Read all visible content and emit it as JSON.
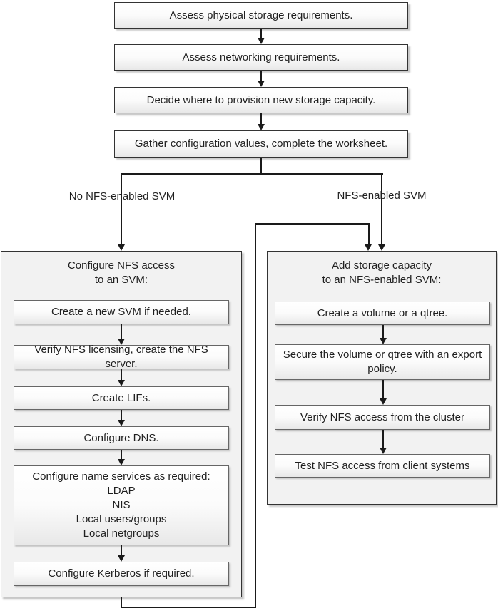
{
  "diagram": {
    "top_steps": [
      "Assess physical storage requirements.",
      "Assess networking requirements.",
      "Decide where to provision new storage capacity.",
      "Gather configuration values, complete the worksheet."
    ],
    "branch_labels": {
      "left": "No NFS-enabled SVM",
      "right": "NFS-enabled SVM"
    },
    "left_panel": {
      "title": "Configure NFS access\nto an SVM:",
      "steps": [
        "Create a new SVM if needed.",
        "Verify NFS licensing, create the NFS server.",
        "Create LIFs.",
        "Configure DNS.",
        "Configure name services as required:\nLDAP\nNIS\nLocal users/groups\nLocal netgroups",
        "Configure Kerberos if required."
      ]
    },
    "right_panel": {
      "title": "Add storage capacity\nto an NFS-enabled SVM:",
      "steps": [
        "Create a volume or a qtree.",
        "Secure the volume or qtree with an export policy.",
        "Verify NFS access from the cluster",
        "Test NFS access from client systems"
      ]
    },
    "colors": {
      "line": "#1a1a1a",
      "panel_fill": "#f2f2f2",
      "text": "#1f1f1f",
      "border_dark": "#333333",
      "border_medium": "#666666",
      "background": "#ffffff"
    }
  }
}
